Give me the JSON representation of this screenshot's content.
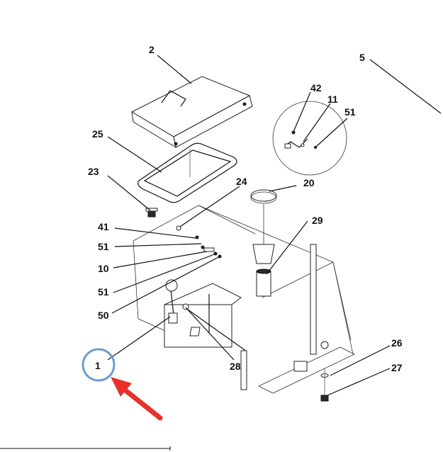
{
  "diagram": {
    "callouts": [
      "2",
      "5",
      "42",
      "11",
      "51",
      "25",
      "23",
      "24",
      "20",
      "41",
      "51",
      "29",
      "10",
      "51",
      "50",
      "1",
      "28",
      "26",
      "27"
    ],
    "highlight_color": "#6d9bd1",
    "arrow_color": "#e8312a",
    "footer_rule": ""
  }
}
